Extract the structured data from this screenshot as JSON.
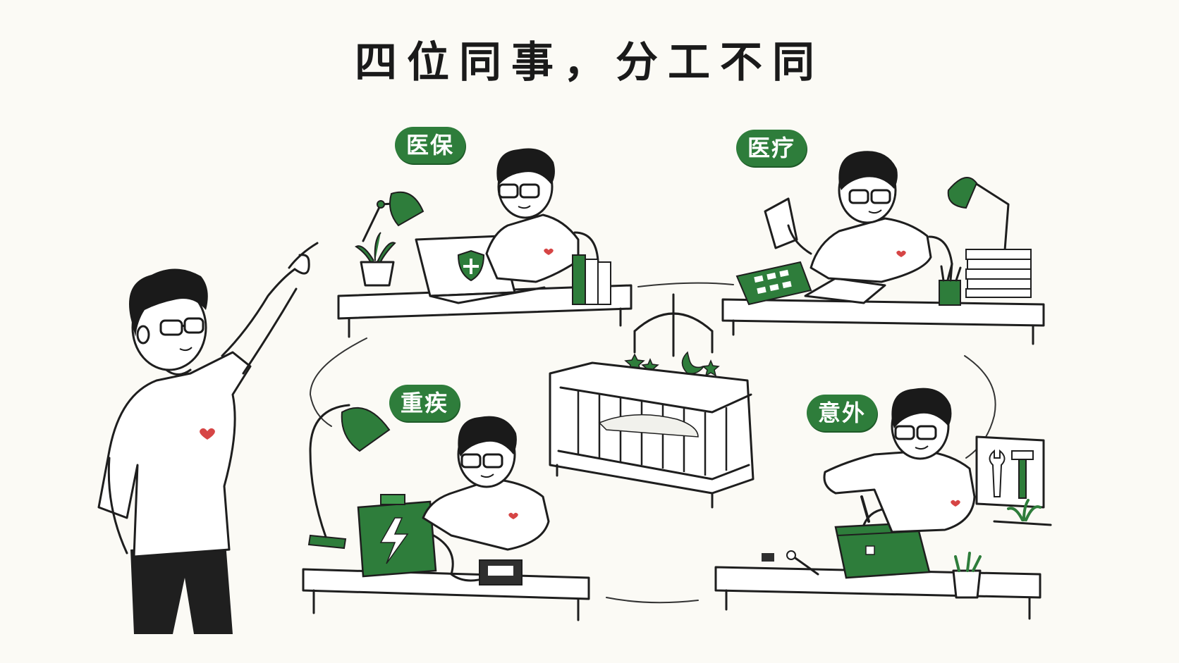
{
  "title": "四位同事，分工不同",
  "roles": [
    {
      "label": "医保"
    },
    {
      "label": "医疗"
    },
    {
      "label": "重疾"
    },
    {
      "label": "意外"
    }
  ],
  "colors": {
    "accent": "#2e7d3b",
    "accent_light": "#3f9a4d",
    "background": "#fbfaf5",
    "ink": "#1e1e1e",
    "heart": "#d64545"
  },
  "icons": [
    "shield-plus-icon",
    "lightning-icon",
    "wrench-icon",
    "hammer-icon",
    "moon-icon",
    "star-icon",
    "heart-icon"
  ]
}
